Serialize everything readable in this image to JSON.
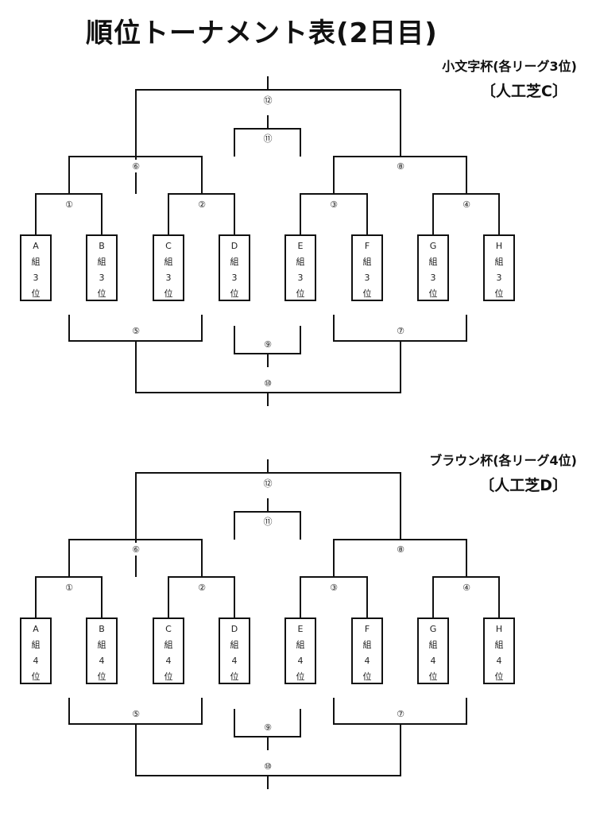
{
  "title": "順位トーナメント表(2日目)",
  "colors": {
    "line": "#111111",
    "text": "#222222",
    "background": "#ffffff"
  },
  "brackets": [
    {
      "cup_name": "小文字杯(各リーグ3位)",
      "venue": "〔人工芝C〕",
      "teams": [
        {
          "group": "A",
          "kanji": "組",
          "rank": "3",
          "suffix": "位"
        },
        {
          "group": "B",
          "kanji": "組",
          "rank": "3",
          "suffix": "位"
        },
        {
          "group": "C",
          "kanji": "組",
          "rank": "3",
          "suffix": "位"
        },
        {
          "group": "D",
          "kanji": "組",
          "rank": "3",
          "suffix": "位"
        },
        {
          "group": "E",
          "kanji": "組",
          "rank": "3",
          "suffix": "位"
        },
        {
          "group": "F",
          "kanji": "組",
          "rank": "3",
          "suffix": "位"
        },
        {
          "group": "G",
          "kanji": "組",
          "rank": "3",
          "suffix": "位"
        },
        {
          "group": "H",
          "kanji": "組",
          "rank": "3",
          "suffix": "位"
        }
      ],
      "matches": [
        "①",
        "②",
        "③",
        "④",
        "⑤",
        "⑥",
        "⑦",
        "⑧",
        "⑨",
        "⑩",
        "⑪",
        "⑫"
      ]
    },
    {
      "cup_name": "ブラウン杯(各リーグ4位)",
      "venue": "〔人工芝D〕",
      "teams": [
        {
          "group": "A",
          "kanji": "組",
          "rank": "4",
          "suffix": "位"
        },
        {
          "group": "B",
          "kanji": "組",
          "rank": "4",
          "suffix": "位"
        },
        {
          "group": "C",
          "kanji": "組",
          "rank": "4",
          "suffix": "位"
        },
        {
          "group": "D",
          "kanji": "組",
          "rank": "4",
          "suffix": "位"
        },
        {
          "group": "E",
          "kanji": "組",
          "rank": "4",
          "suffix": "位"
        },
        {
          "group": "F",
          "kanji": "組",
          "rank": "4",
          "suffix": "位"
        },
        {
          "group": "G",
          "kanji": "組",
          "rank": "4",
          "suffix": "位"
        },
        {
          "group": "H",
          "kanji": "組",
          "rank": "4",
          "suffix": "位"
        }
      ],
      "matches": [
        "①",
        "②",
        "③",
        "④",
        "⑤",
        "⑥",
        "⑦",
        "⑧",
        "⑨",
        "⑩",
        "⑪",
        "⑫"
      ]
    }
  ]
}
